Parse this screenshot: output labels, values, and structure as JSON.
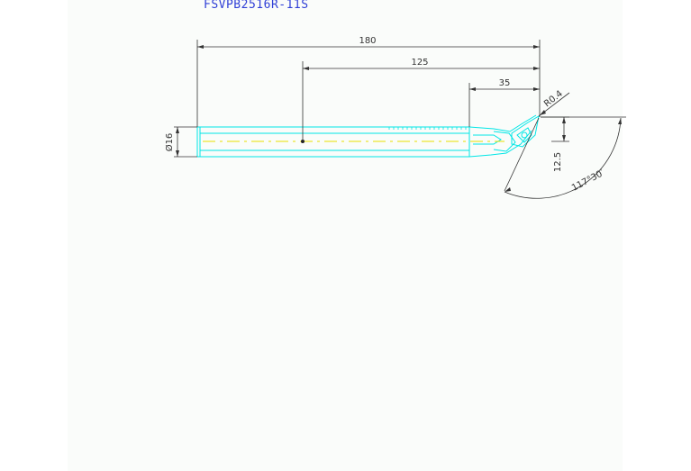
{
  "part_number": "FSVPB2516R-11S",
  "dimensions": {
    "overall_length": "180",
    "length_mid": "125",
    "length_head": "35",
    "diameter": "Ø16",
    "offset": "12.5",
    "corner_radius": "R0.4",
    "angle": "117°30′"
  },
  "colors": {
    "outline": "#00e6e6",
    "center_line": "#e8e000",
    "dimension_line": "#333333",
    "title": "#2f3fd6",
    "sheet": "#fafcfa"
  }
}
